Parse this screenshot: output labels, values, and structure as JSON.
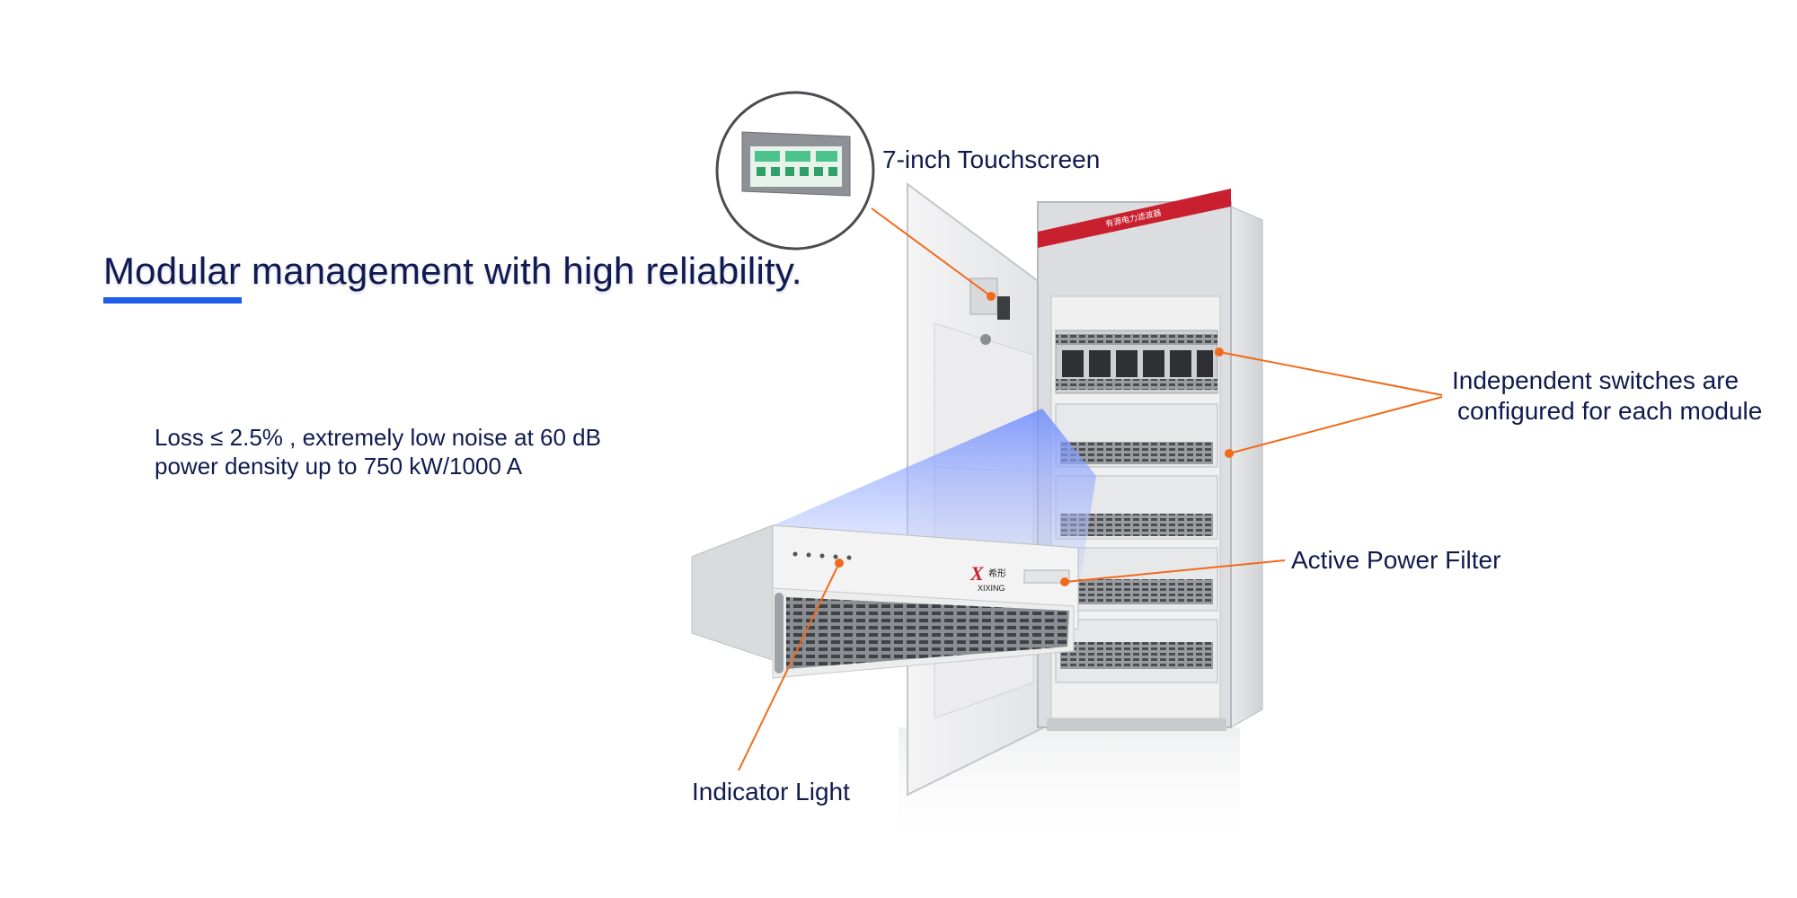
{
  "headline": "Modular management with high reliability.",
  "specs": {
    "line1": "Loss ≤ 2.5% , extremely low noise at 60 dB",
    "line2": "power density up to 750 kW/1000 A"
  },
  "callouts": {
    "touchscreen": "7-inch Touchscreen",
    "switches_line1": "Independent switches are",
    "switches_line2": "configured for each module",
    "apf": "Active Power Filter",
    "indicator": "Indicator Light"
  },
  "brand": {
    "logo_text": "XIXING",
    "logo_cn": "希形"
  },
  "colors": {
    "accent_blue": "#1f5ee6",
    "text_navy": "#111a4f",
    "callout_orange": "#f26a1b",
    "cabinet_red": "#c8202e"
  },
  "icons": {
    "product_image": "apf-cabinet-photo",
    "touchscreen_zoom": "touchscreen-zoom-circle"
  }
}
